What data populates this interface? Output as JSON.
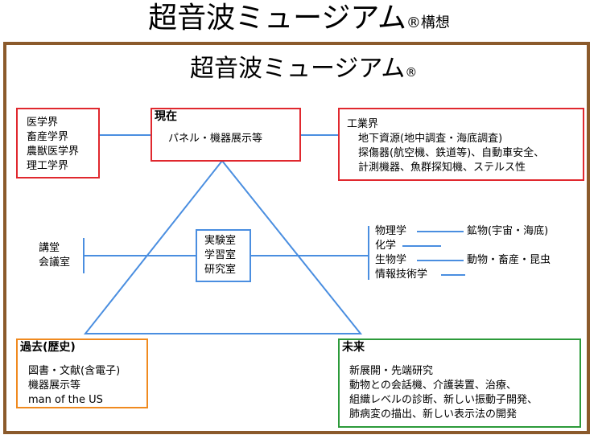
{
  "title": "超音波ミュージアム",
  "title_suffix": "®構想",
  "inner_title": "超音波ミュージアム",
  "inner_title_mark": "®",
  "left_fields": [
    "医学界",
    "畜産学界",
    "農獣医学界",
    "理工学界"
  ],
  "present": {
    "label": "現在",
    "text": "パネル・機器展示等"
  },
  "industry": {
    "lines": [
      "工業界",
      "地下資源(地中調査・海底調査)",
      "探傷器(航空機、鉄道等)、自動車安全、",
      "計測機器、魚群探知機、ステルス性"
    ]
  },
  "rooms_left": [
    "講堂",
    "会議室"
  ],
  "center_rooms": [
    "実験室",
    "学習室",
    "研究室"
  ],
  "sciences": [
    "物理学",
    "化学",
    "生物学",
    "情報技術学"
  ],
  "applications": [
    "鉱物(宇宙・海底)",
    "動物・畜産・昆虫"
  ],
  "past": {
    "label": "過去(歴史)",
    "items": [
      "図書・文献(含電子)",
      "機器展示等",
      "man of the US"
    ]
  },
  "future": {
    "label": "未来",
    "items": [
      "新展開・先端研究",
      "動物との会話機、介護装置、治療、",
      "組織レベルの診断、新しい振動子開発、",
      "肺病変の描出、新しい表示法の開発"
    ]
  },
  "colors": {
    "frame": "#8b5a2b",
    "red": "#e0282e",
    "blue": "#4a8ee0",
    "orange": "#f08a1f",
    "green": "#2c9a3a"
  }
}
